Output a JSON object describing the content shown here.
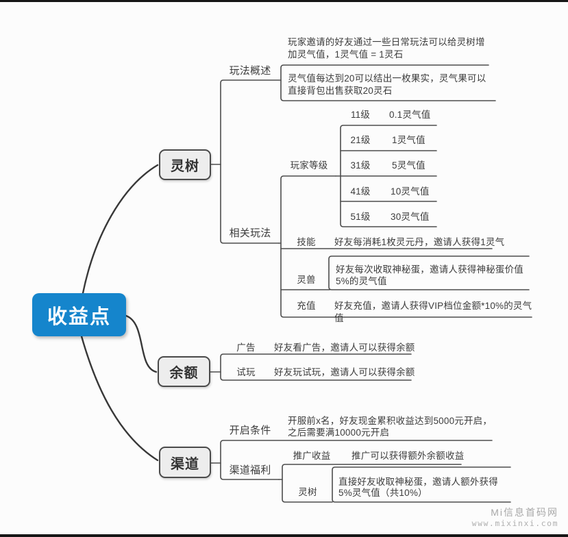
{
  "root": {
    "label": "收益点"
  },
  "branches": [
    {
      "label": "灵树",
      "children": [
        {
          "label": "玩法概述",
          "children": [
            {
              "text": "玩家邀请的好友通过一些日常玩法可以给灵树增加灵气值，1灵气值 = 1灵石"
            },
            {
              "text": "灵气值每达到20可以结出一枚果实，灵气果可以直接背包出售获取20灵石"
            }
          ]
        },
        {
          "label": "相关玩法",
          "children": [
            {
              "label": "玩家等级",
              "children": [
                {
                  "label": "11级",
                  "text": "0.1灵气值"
                },
                {
                  "label": "21级",
                  "text": "1灵气值"
                },
                {
                  "label": "31级",
                  "text": "5灵气值"
                },
                {
                  "label": "41级",
                  "text": "10灵气值"
                },
                {
                  "label": "51级",
                  "text": "30灵气值"
                }
              ]
            },
            {
              "label": "技能",
              "text": "好友每消耗1枚灵元丹，邀请人获得1灵气"
            },
            {
              "label": "灵兽",
              "text": "好友每次收取神秘蛋，邀请人获得神秘蛋价值5%的灵气值"
            },
            {
              "label": "充值",
              "text": "好友充值，邀请人获得VIP档位金额*10%的灵气值"
            }
          ]
        }
      ]
    },
    {
      "label": "余额",
      "children": [
        {
          "label": "广告",
          "text": "好友看广告，邀请人可以获得余额"
        },
        {
          "label": "试玩",
          "text": "好友玩试玩，邀请人可以获得余额"
        }
      ]
    },
    {
      "label": "渠道",
      "children": [
        {
          "label": "开启条件",
          "text": "开服前x名，好友现金累积收益达到5000元开启，之后需要满10000元开启"
        },
        {
          "label": "渠道福利",
          "children": [
            {
              "label": "推广收益",
              "text": "推广可以获得额外余额收益"
            },
            {
              "label": "灵树",
              "text": "直接好友收取神秘蛋，邀请人额外获得5%灵气值（共10%）"
            }
          ]
        }
      ]
    }
  ],
  "watermark": {
    "line1": "Mi信息首码网",
    "line2": "www.mixinxi.com"
  },
  "colors": {
    "root_bg": "#1585cc",
    "root_text": "#ffffff",
    "node_bg": "#ededed",
    "node_border": "#4a4a4a",
    "line": "#4c4c4c",
    "text": "#3c3c3c",
    "watermark": "#a8a8a8"
  }
}
